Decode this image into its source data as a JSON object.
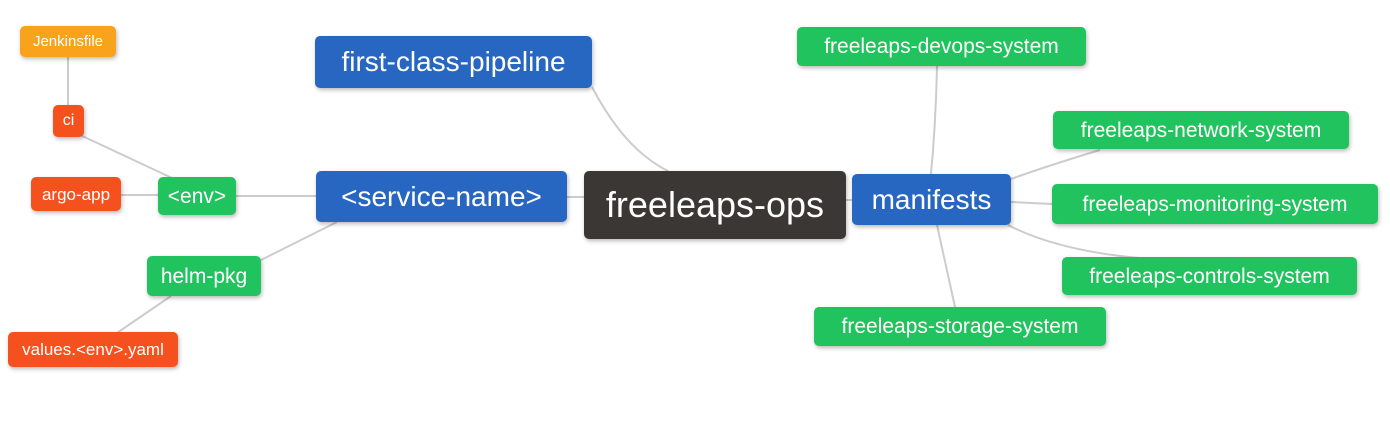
{
  "diagram": {
    "type": "mindmap",
    "root_label": "freeleaps-ops",
    "colors": {
      "root_bg": "#3b3735",
      "branch_bg": "#2767c2",
      "leaf_green_bg": "#21c35e",
      "leaf_orange_bg": "#f9a21c",
      "leaf_red_bg": "#f4511e",
      "edge": "#cccccc",
      "text": "#ffffff",
      "background": "#ffffff"
    },
    "nodes": [
      {
        "id": "freeleaps-ops",
        "label": "freeleaps-ops",
        "level": "root",
        "color": "#3b3735"
      },
      {
        "id": "first-class-pipeline",
        "label": "first-class-pipeline",
        "level": "branch",
        "color": "#2767c2"
      },
      {
        "id": "service-name",
        "label": "<service-name>",
        "level": "branch",
        "color": "#2767c2"
      },
      {
        "id": "manifests",
        "label": "manifests",
        "level": "branch",
        "color": "#2767c2"
      },
      {
        "id": "env",
        "label": "<env>",
        "level": "sub",
        "color": "#21c35e"
      },
      {
        "id": "helm-pkg",
        "label": "helm-pkg",
        "level": "sub",
        "color": "#21c35e"
      },
      {
        "id": "ci",
        "label": "ci",
        "level": "leaf",
        "color": "#f4511e"
      },
      {
        "id": "argo-app",
        "label": "argo-app",
        "level": "leaf",
        "color": "#f4511e"
      },
      {
        "id": "jenkinsfile",
        "label": "Jenkinsfile",
        "level": "leaf",
        "color": "#f9a21c"
      },
      {
        "id": "values-env-yaml",
        "label": "values.<env>.yaml",
        "level": "leaf",
        "color": "#f4511e"
      },
      {
        "id": "devops-system",
        "label": "freeleaps-devops-system",
        "level": "sub",
        "color": "#21c35e"
      },
      {
        "id": "network-system",
        "label": "freeleaps-network-system",
        "level": "sub",
        "color": "#21c35e"
      },
      {
        "id": "monitoring-system",
        "label": "freeleaps-monitoring-system",
        "level": "sub",
        "color": "#21c35e"
      },
      {
        "id": "controls-system",
        "label": "freeleaps-controls-system",
        "level": "sub",
        "color": "#21c35e"
      },
      {
        "id": "storage-system",
        "label": "freeleaps-storage-system",
        "level": "sub",
        "color": "#21c35e"
      }
    ],
    "edges": [
      {
        "from": "jenkinsfile",
        "to": "ci"
      },
      {
        "from": "ci",
        "to": "env"
      },
      {
        "from": "argo-app",
        "to": "env"
      },
      {
        "from": "env",
        "to": "service-name"
      },
      {
        "from": "helm-pkg",
        "to": "service-name"
      },
      {
        "from": "values-env-yaml",
        "to": "helm-pkg"
      },
      {
        "from": "first-class-pipeline",
        "to": "freeleaps-ops"
      },
      {
        "from": "service-name",
        "to": "freeleaps-ops"
      },
      {
        "from": "freeleaps-ops",
        "to": "manifests"
      },
      {
        "from": "manifests",
        "to": "devops-system"
      },
      {
        "from": "manifests",
        "to": "network-system"
      },
      {
        "from": "manifests",
        "to": "monitoring-system"
      },
      {
        "from": "manifests",
        "to": "controls-system"
      },
      {
        "from": "manifests",
        "to": "storage-system"
      }
    ]
  }
}
